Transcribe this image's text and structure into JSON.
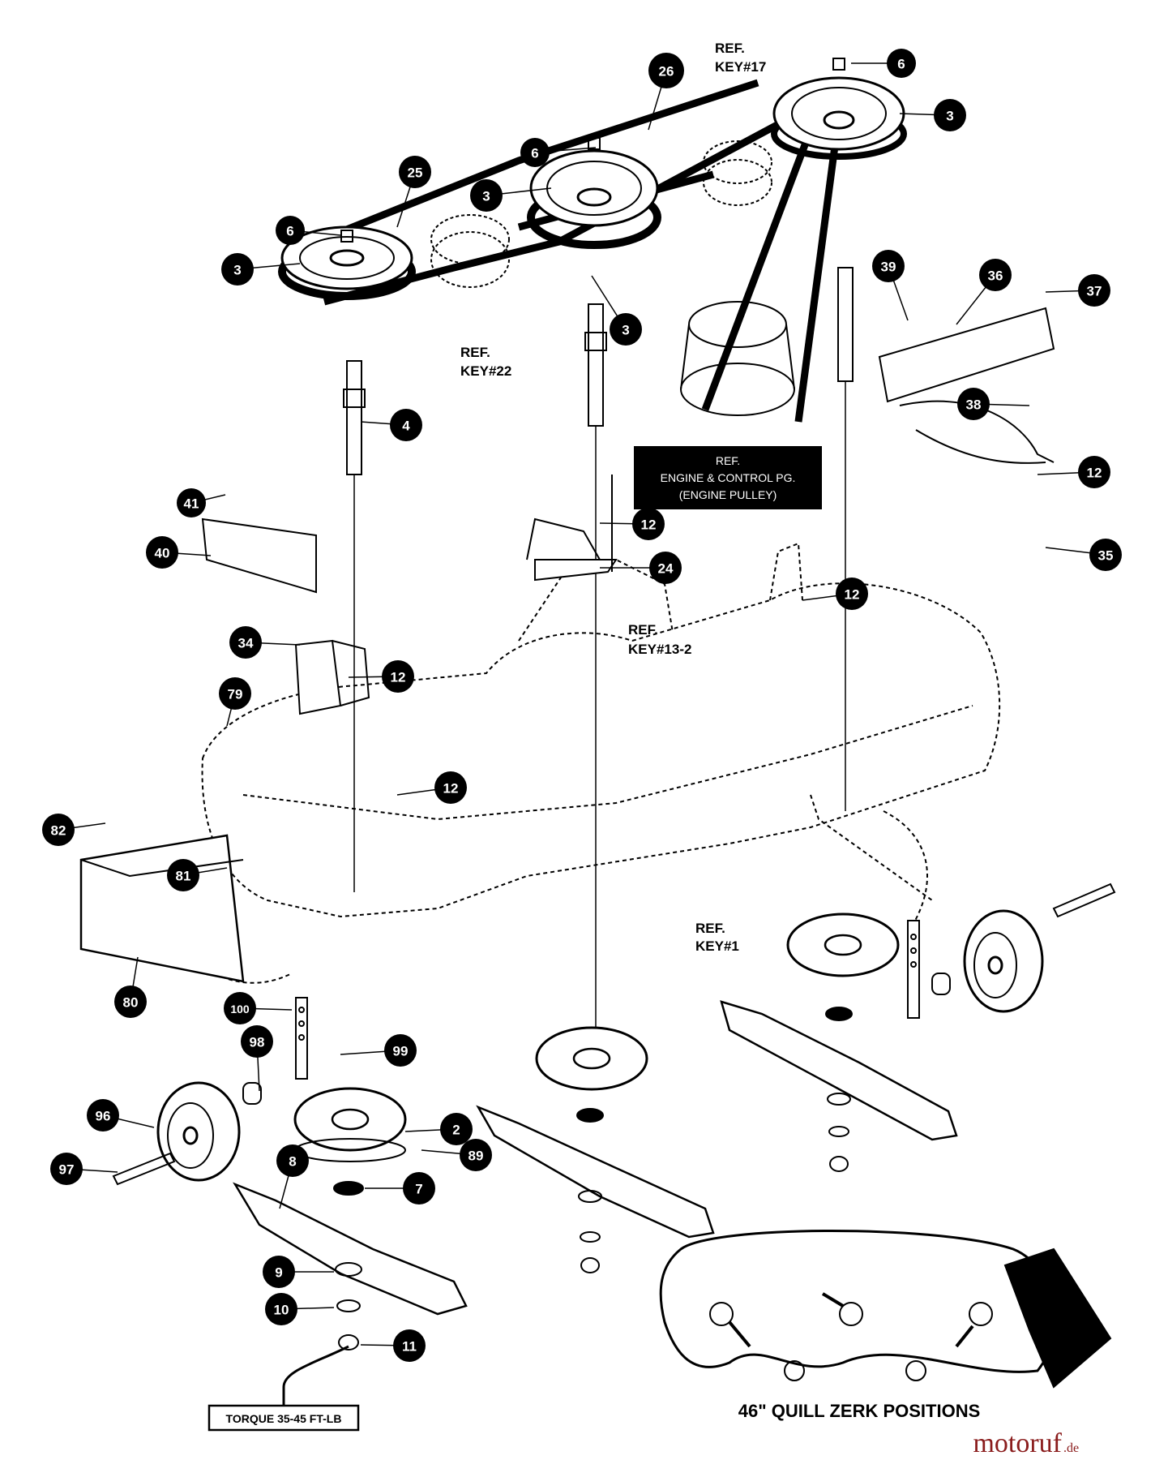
{
  "diagram": {
    "callouts": [
      "26",
      "6",
      "3",
      "6",
      "3",
      "25",
      "6",
      "3",
      "3",
      "4",
      "39",
      "36",
      "37",
      "38",
      "12",
      "41",
      "40",
      "12",
      "24",
      "35",
      "12",
      "34",
      "12",
      "79",
      "12",
      "82",
      "81",
      "80",
      "100",
      "98",
      "99",
      "96",
      "2",
      "97",
      "89",
      "8",
      "7",
      "9",
      "10",
      "11"
    ],
    "ref_labels": [
      {
        "line1": "REF.",
        "line2": "KEY#17"
      },
      {
        "line1": "REF.",
        "line2": "KEY#22"
      },
      {
        "line1": "REF.",
        "line2": "KEY#13-2"
      },
      {
        "line1": "REF.",
        "line2": "KEY#1"
      }
    ],
    "engine_box": {
      "line1": "REF.",
      "line2": "ENGINE & CONTROL PG.",
      "line3": "(ENGINE PULLEY)"
    },
    "torque_label": "TORQUE 35-45 FT-LB",
    "zerk_caption": "46\" QUILL ZERK POSITIONS",
    "watermark": {
      "main": "motoruf",
      "suffix": ".de"
    }
  },
  "colors": {
    "ink": "#000000",
    "paper": "#ffffff",
    "watermark": "#8a1c1c"
  }
}
